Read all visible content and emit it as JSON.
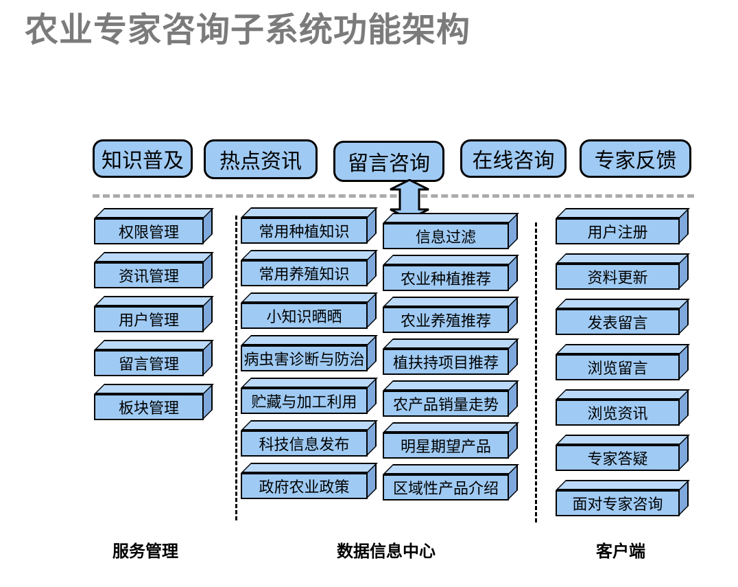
{
  "title": "农业专家咨询子系统功能架构",
  "top_row": [
    "知识普及",
    "热点资讯",
    "留言咨询",
    "在线咨询",
    "专家反馈"
  ],
  "columns": {
    "service": {
      "caption": "服务管理",
      "items": [
        "权限管理",
        "资讯管理",
        "用户管理",
        "留言管理",
        "板块管理"
      ]
    },
    "data_center": {
      "caption": "数据信息中心",
      "left_items": [
        "常用种植知识",
        "常用养殖知识",
        "小知识晒晒",
        "病虫害诊断与防治",
        "贮藏与加工利用",
        "科技信息发布",
        "政府农业政策"
      ],
      "right_items": [
        "信息过滤",
        "农业种植推荐",
        "农业养殖推荐",
        "植扶持项目推荐",
        "农产品销量走势",
        "明星期望产品",
        "区域性产品介绍"
      ]
    },
    "client": {
      "caption": "客户端",
      "items": [
        "用户注册",
        "资料更新",
        "发表留言",
        "浏览留言",
        "浏览资讯",
        "专家答疑",
        "面对专家咨询"
      ]
    }
  },
  "icons": {
    "double_arrow": "up-down-double-arrow"
  },
  "colors": {
    "box_face": "#9FCAF3",
    "box_top": "#BBD9F8",
    "box_side": "#7FA9DC",
    "border": "#000000",
    "divider_gray": "#ABABAB",
    "title_gray": "#7B7B7B"
  }
}
